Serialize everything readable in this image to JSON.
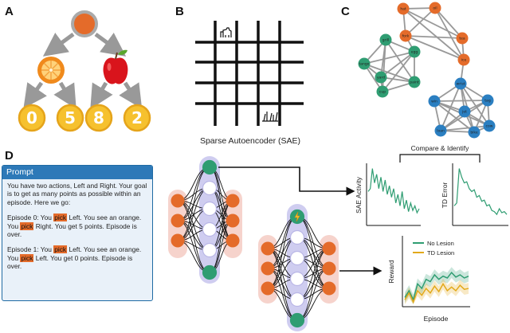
{
  "panel_labels": {
    "a": "A",
    "b": "B",
    "c": "C",
    "d": "D"
  },
  "panel_a": {
    "coin_values": [
      "0",
      "5",
      "8",
      "2"
    ],
    "fruits": [
      "orange",
      "apple"
    ]
  },
  "panel_b": {
    "caption": "Sparse Autoencoder (SAE)"
  },
  "panel_c": {
    "cluster_orange": [
      "hat",
      "oil",
      "fork",
      "tea",
      "ice"
    ],
    "cluster_green": [
      "grill",
      "egg",
      "tango",
      "yard",
      "cup",
      "paint"
    ],
    "cluster_blue": [
      "wrist",
      "win",
      "tag",
      "jet",
      "loan",
      "bike",
      "cow"
    ],
    "compare_label": "Compare & Identify"
  },
  "panel_d": {
    "prompt_title": "Prompt",
    "prompt_intro": "You have two actions, Left and Right. Your goal is to get as many points as possible within an episode. Here we go:",
    "episode0": {
      "a": "Episode 0: You ",
      "pick1": "pick",
      "b": " Left. You see an orange. You ",
      "pick2": "pick",
      "c": " Right. You get 5 points. Episode is over."
    },
    "episode1": {
      "a": "Episode 1: You ",
      "pick1": "pick",
      "b": " Left. You see an orange. You ",
      "pick2": "pick",
      "c": " Left. You get 0 points. Episode is over."
    },
    "sae_ylabel": "SAE Activity",
    "td_ylabel": "TD Error",
    "reward_ylabel": "Reward",
    "reward_xlabel": "Episode",
    "legend_no_lesion": "No Lesion",
    "legend_td_lesion": "TD Lesion"
  },
  "colors": {
    "orange": "#e46b2a",
    "green": "#2f9d72",
    "blue": "#2b7fc1",
    "gold": "#f0b429",
    "purple": "#c9c6ec",
    "pink": "#f6d3cc",
    "prompt_blue": "#2d79b8"
  },
  "chart_data": [
    {
      "type": "line",
      "ylabel": "SAE Activity",
      "series": [
        {
          "values": [
            0.55,
            0.6,
            0.95,
            0.7,
            0.85,
            0.6,
            0.8,
            0.55,
            0.75,
            0.5,
            0.65,
            0.45,
            0.6,
            0.35,
            0.5,
            0.3,
            0.55,
            0.25,
            0.4,
            0.2,
            0.35,
            0.22,
            0.3,
            0.18,
            0.25
          ]
        }
      ]
    },
    {
      "type": "line",
      "ylabel": "TD Error",
      "series": [
        {
          "values": [
            0.3,
            0.35,
            0.95,
            0.8,
            0.7,
            0.72,
            0.6,
            0.55,
            0.58,
            0.45,
            0.48,
            0.38,
            0.4,
            0.3,
            0.32,
            0.22,
            0.2,
            0.15,
            0.25,
            0.18,
            0.2,
            0.15
          ]
        }
      ]
    },
    {
      "type": "line",
      "xlabel": "Episode",
      "ylabel": "Reward",
      "series": [
        {
          "name": "No Lesion",
          "color": "#2f9d72",
          "values": [
            0.15,
            0.3,
            0.1,
            0.45,
            0.35,
            0.55,
            0.5,
            0.65,
            0.55,
            0.62,
            0.58,
            0.7,
            0.6,
            0.65,
            0.58,
            0.62
          ]
        },
        {
          "name": "TD Lesion",
          "color": "#e2a91a",
          "values": [
            0.1,
            0.25,
            0.05,
            0.3,
            0.2,
            0.35,
            0.25,
            0.4,
            0.28,
            0.45,
            0.3,
            0.38,
            0.3,
            0.42,
            0.33,
            0.35
          ]
        }
      ]
    }
  ]
}
